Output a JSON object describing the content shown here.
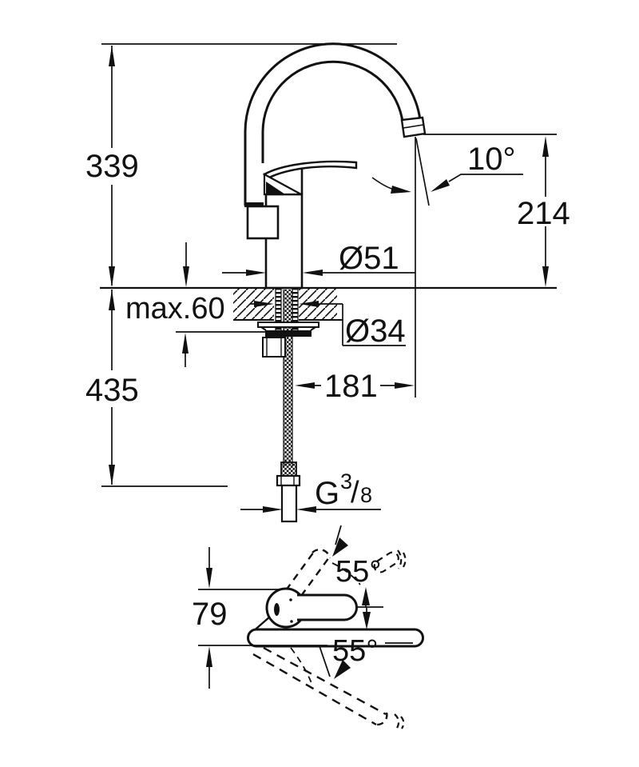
{
  "drawing": {
    "background": "#ffffff",
    "line_color": "#111111",
    "dimensions": {
      "total_height": "339",
      "spout_angle": "10°",
      "outlet_height": "214",
      "base_diameter": "Ø51",
      "max_counter_thickness": "max.60",
      "hole_diameter": "Ø34",
      "below_counter_length": "435",
      "projection": "181",
      "swivel_angle_top": "55°",
      "swivel_angle_bottom": "55°",
      "handle_span": "79",
      "thread_g": "G",
      "thread_numerator": "3",
      "thread_slash": "/",
      "thread_denominator": "8"
    }
  }
}
